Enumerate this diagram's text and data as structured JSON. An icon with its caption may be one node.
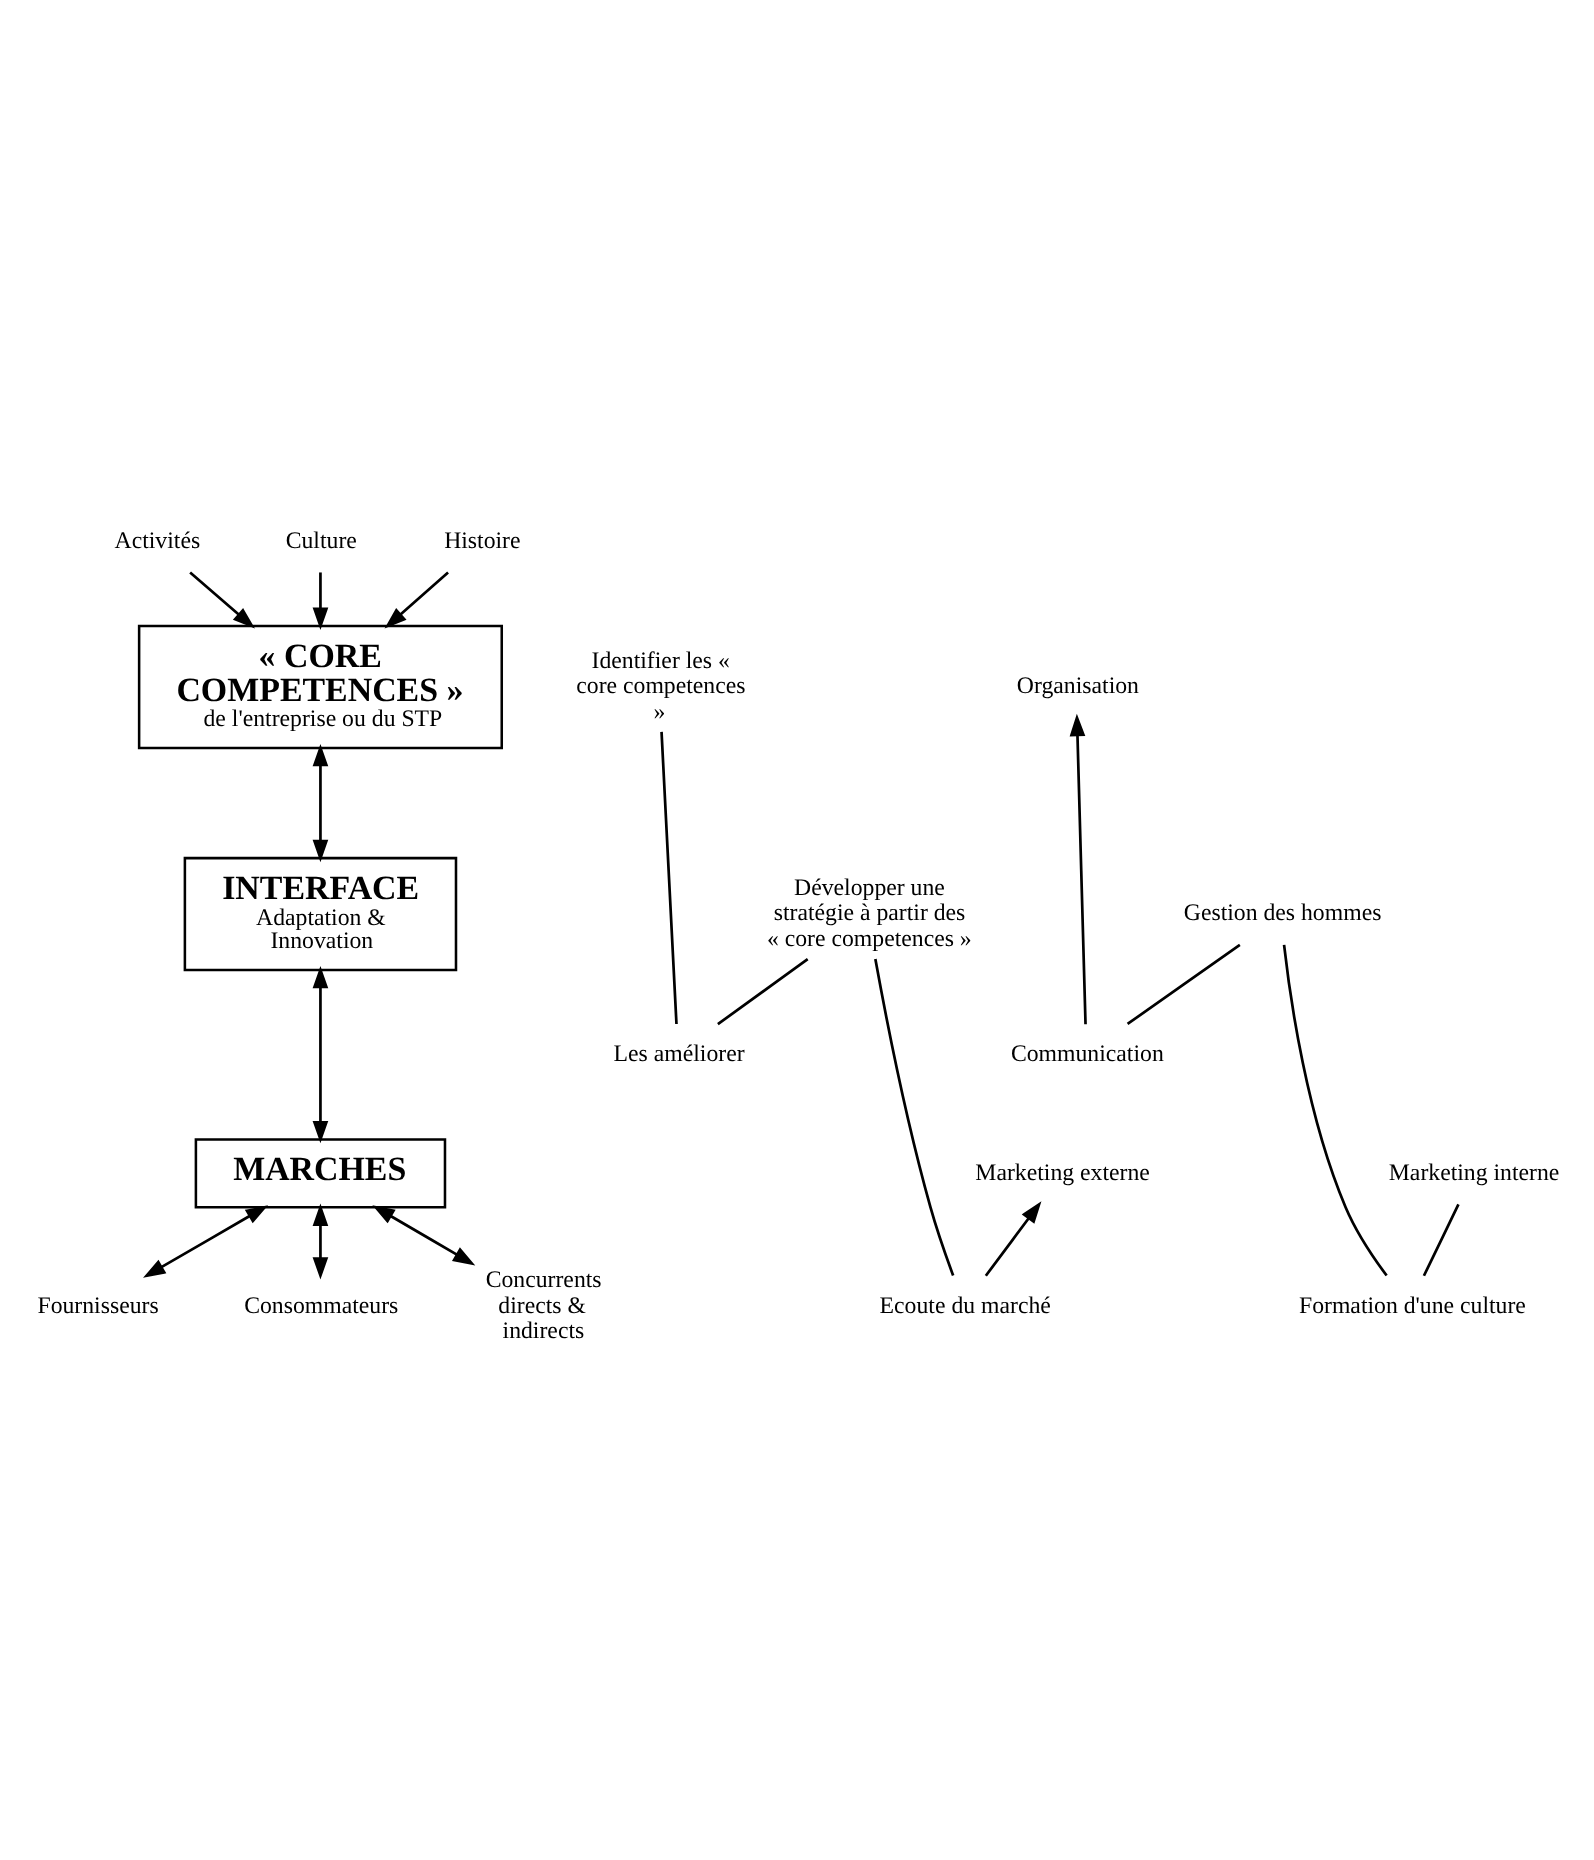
{
  "diagram": {
    "nodes": [
      {
        "text": [
          "Activités"
        ]
      },
      {
        "text": [
          "Culture"
        ]
      },
      {
        "text": [
          "Histoire"
        ]
      },
      {
        "text": [
          "« CORE COMPETENCES »",
          "de l'entreprise ou du STP"
        ]
      },
      {
        "text": [
          "INTERFACE",
          "Adaptation & Innovation"
        ]
      },
      {
        "text": [
          "MARCHES"
        ]
      },
      {
        "text": [
          "Fournisseurs"
        ]
      },
      {
        "text": [
          "Consommateurs"
        ]
      },
      {
        "text": [
          "Concurrents directs & indirects"
        ]
      },
      {
        "text": [
          "Identifier les « core competences »"
        ]
      },
      {
        "text": [
          "Les améliorer"
        ]
      },
      {
        "text": [
          "Développer une stratégie à partir des « core competences »"
        ]
      },
      {
        "text": [
          "Ecoute du marché"
        ]
      },
      {
        "text": [
          "Marketing externe"
        ]
      },
      {
        "text": [
          "Organisation"
        ]
      },
      {
        "text": [
          "Communication"
        ]
      },
      {
        "text": [
          "Gestion des hommes"
        ]
      },
      {
        "text": [
          "Formation d'une culture"
        ]
      },
      {
        "text": [
          "Marketing interne"
        ]
      }
    ],
    "edges": [
      {
        "from": 0,
        "to": 3,
        "arrow": "to"
      },
      {
        "from": 1,
        "to": 3,
        "arrow": "to"
      },
      {
        "from": 2,
        "to": 3,
        "arrow": "to"
      },
      {
        "from": 3,
        "to": 4,
        "arrow": "both"
      },
      {
        "from": 4,
        "to": 5,
        "arrow": "both"
      },
      {
        "from": 5,
        "to": 6,
        "arrow": "both"
      },
      {
        "from": 5,
        "to": 7,
        "arrow": "both"
      },
      {
        "from": 5,
        "to": 8,
        "arrow": "both"
      },
      {
        "from": 9,
        "to": 10,
        "arrow": "none"
      },
      {
        "from": 10,
        "to": 11,
        "arrow": "none"
      },
      {
        "from": 11,
        "to": 12,
        "arrow": "none"
      },
      {
        "from": 12,
        "to": 13,
        "arrow": "to"
      },
      {
        "from": 18,
        "to": 17,
        "arrow": "none"
      },
      {
        "from": 17,
        "to": 16,
        "arrow": "none"
      },
      {
        "from": 16,
        "to": 15,
        "arrow": "none"
      },
      {
        "from": 15,
        "to": 14,
        "arrow": "to"
      }
    ]
  }
}
